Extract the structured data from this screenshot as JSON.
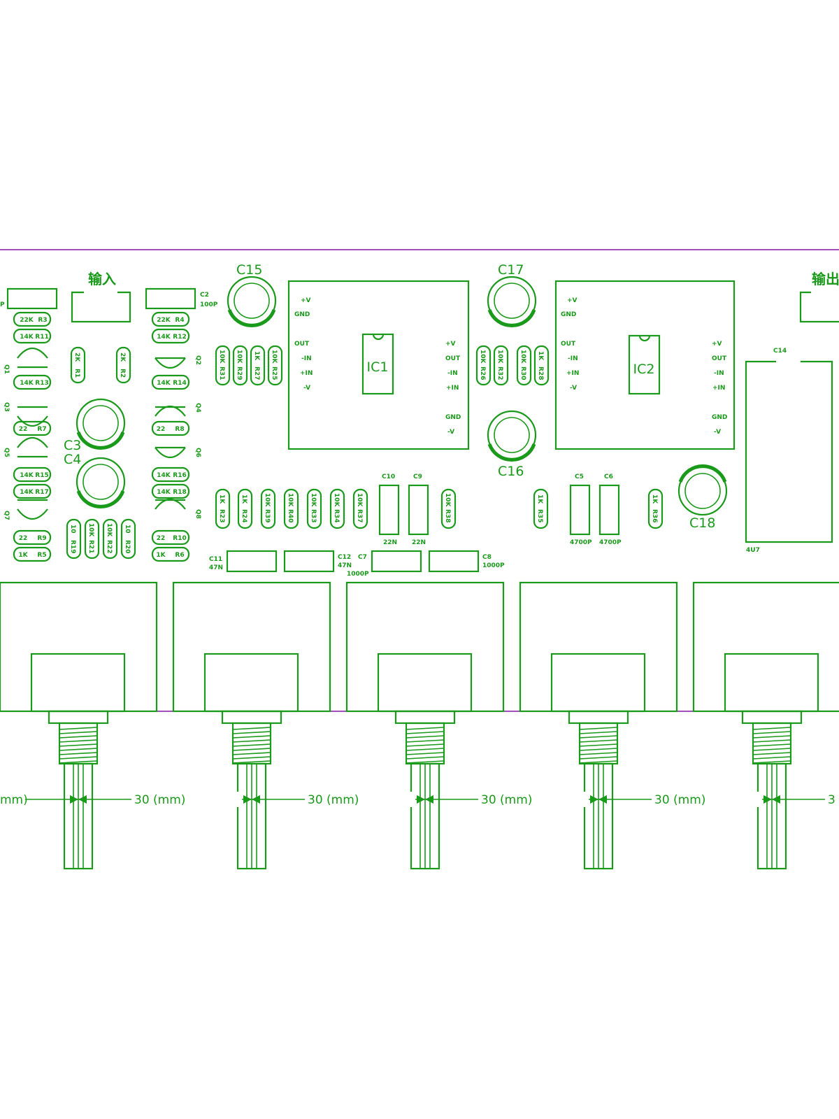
{
  "colors": {
    "silk": "#1a9a1a",
    "board_edge": "#a24fb8",
    "background": "#ffffff"
  },
  "connectors": {
    "input_label": "输入",
    "output_label": "输出"
  },
  "transistors": [
    "Q1",
    "Q2",
    "Q3",
    "Q4",
    "Q5",
    "Q6",
    "Q7",
    "Q8"
  ],
  "resistors_left": [
    {
      "value": "22K",
      "ref": "R3"
    },
    {
      "value": "14K",
      "ref": "R11"
    },
    {
      "value": "14K",
      "ref": "R13"
    },
    {
      "value": "22",
      "ref": "R7"
    },
    {
      "value": "14K",
      "ref": "R15"
    },
    {
      "value": "14K",
      "ref": "R17"
    },
    {
      "value": "22",
      "ref": "R9"
    },
    {
      "value": "1K",
      "ref": "R5"
    }
  ],
  "resistors_right": [
    {
      "value": "22K",
      "ref": "R4"
    },
    {
      "value": "14K",
      "ref": "R12"
    },
    {
      "value": "14K",
      "ref": "R14"
    },
    {
      "value": "22",
      "ref": "R8"
    },
    {
      "value": "14K",
      "ref": "R16"
    },
    {
      "value": "14K",
      "ref": "R18"
    },
    {
      "value": "22",
      "ref": "R10"
    },
    {
      "value": "1K",
      "ref": "R6"
    }
  ],
  "resistors_vertical_top": [
    {
      "value": "2K",
      "ref": "R1"
    },
    {
      "value": "2K",
      "ref": "R2"
    },
    {
      "value": "10K",
      "ref": "R31"
    },
    {
      "value": "10K",
      "ref": "R29"
    },
    {
      "value": "1K",
      "ref": "R27"
    },
    {
      "value": "10K",
      "ref": "R25"
    },
    {
      "value": "10K",
      "ref": "R26"
    },
    {
      "value": "10K",
      "ref": "R32"
    },
    {
      "value": "10K",
      "ref": "R30"
    },
    {
      "value": "1K",
      "ref": "R28"
    }
  ],
  "resistors_vertical_bottom": [
    {
      "value": "10",
      "ref": "R19"
    },
    {
      "value": "10K",
      "ref": "R21"
    },
    {
      "value": "10K",
      "ref": "R22"
    },
    {
      "value": "10",
      "ref": "R20"
    },
    {
      "value": "1K",
      "ref": "R23"
    },
    {
      "value": "1K",
      "ref": "R24"
    },
    {
      "value": "10K",
      "ref": "R39"
    },
    {
      "value": "10K",
      "ref": "R40"
    },
    {
      "value": "10K",
      "ref": "R33"
    },
    {
      "value": "10K",
      "ref": "R34"
    },
    {
      "value": "10K",
      "ref": "R37"
    },
    {
      "value": "10K",
      "ref": "R38"
    },
    {
      "value": "1K",
      "ref": "R35"
    },
    {
      "value": "1K",
      "ref": "R36"
    }
  ],
  "electrolytic_caps": [
    "C15",
    "C17",
    "C3",
    "C4",
    "C16",
    "C18"
  ],
  "film_caps": [
    {
      "ref": "C2",
      "value": "100P"
    },
    {
      "ref": "C11",
      "value": "47N"
    },
    {
      "ref": "C12",
      "value": "47N"
    },
    {
      "ref": "C7",
      "value": "1000P"
    },
    {
      "ref": "C8",
      "value": "1000P"
    },
    {
      "ref": "C10",
      "value": "22N"
    },
    {
      "ref": "C9",
      "value": "22N"
    },
    {
      "ref": "C5",
      "value": "4700P"
    },
    {
      "ref": "C6",
      "value": "4700P"
    },
    {
      "ref": "C14",
      "value": "4U7"
    }
  ],
  "left_edge_fragment": "P",
  "ics": [
    {
      "ref": "IC1",
      "left_pins": [
        "+V",
        "GND",
        "OUT",
        "-IN",
        "+IN",
        "-V"
      ],
      "right_pins": [
        "+V",
        "OUT",
        "-IN",
        "+IN",
        "GND",
        "-V"
      ]
    },
    {
      "ref": "IC2",
      "left_pins": [
        "+V",
        "GND",
        "OUT",
        "-IN",
        "+IN",
        "-V"
      ],
      "right_pins": [
        "+V",
        "OUT",
        "-IN",
        "+IN",
        "GND",
        "-V"
      ]
    }
  ],
  "potentiometer_spacing": "30 (mm)",
  "edge_fragments": {
    "left": "mm)",
    "right": "3"
  }
}
